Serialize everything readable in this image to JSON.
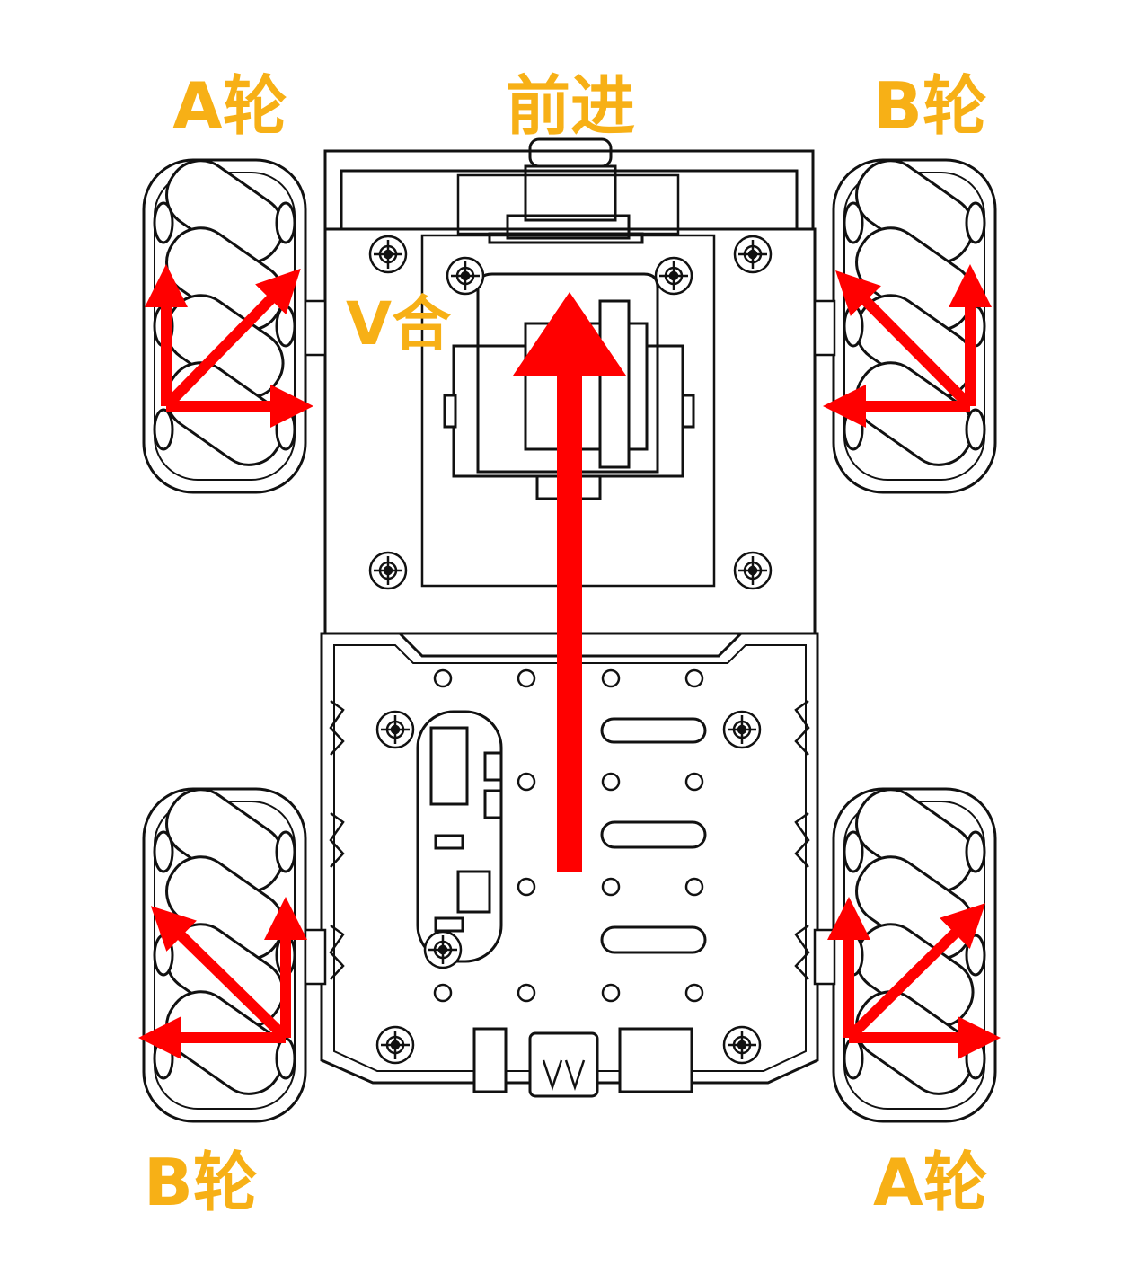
{
  "labels": {
    "forward": "前进",
    "top_left_wheel": "A轮",
    "top_right_wheel": "B轮",
    "bottom_left_wheel": "B轮",
    "bottom_right_wheel": "A轮",
    "resultant_velocity": "V合"
  },
  "colors": {
    "label": "#f7b016",
    "arrow": "#ff0000",
    "outline": "#111111"
  },
  "icons": {
    "usb_marking": "VNV"
  }
}
